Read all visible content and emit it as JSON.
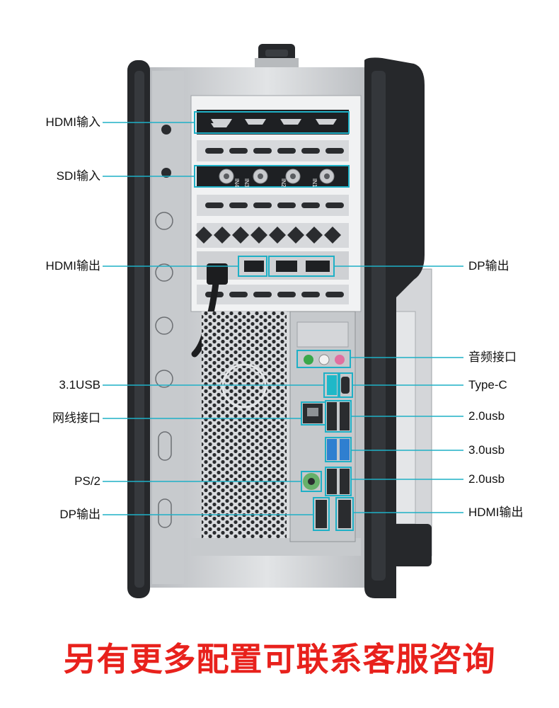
{
  "labels_left": [
    "HDMI输入",
    "SDI输入",
    "HDMI输出",
    "3.1USB",
    "网线接口",
    "PS/2",
    "DP输出"
  ],
  "labels_right": [
    "DP输出",
    "音频接口",
    "Type-C",
    "2.0usb",
    "3.0usb",
    "2.0usb",
    "HDMI输出"
  ],
  "sdi_ports": [
    "IN4",
    "IN3",
    "IN2",
    "IN1"
  ],
  "footer": "另有更多配置可联系客服咨询",
  "colors": {
    "callout": "#1fb0c6",
    "footer": "#e8211c",
    "frame": "#26282b",
    "chassis": "#c9ccd0",
    "usb3": "#2f7fd0",
    "audio_green": "#3aa84a",
    "audio_pink": "#e070a0",
    "ps2_green": "#67b06a"
  }
}
